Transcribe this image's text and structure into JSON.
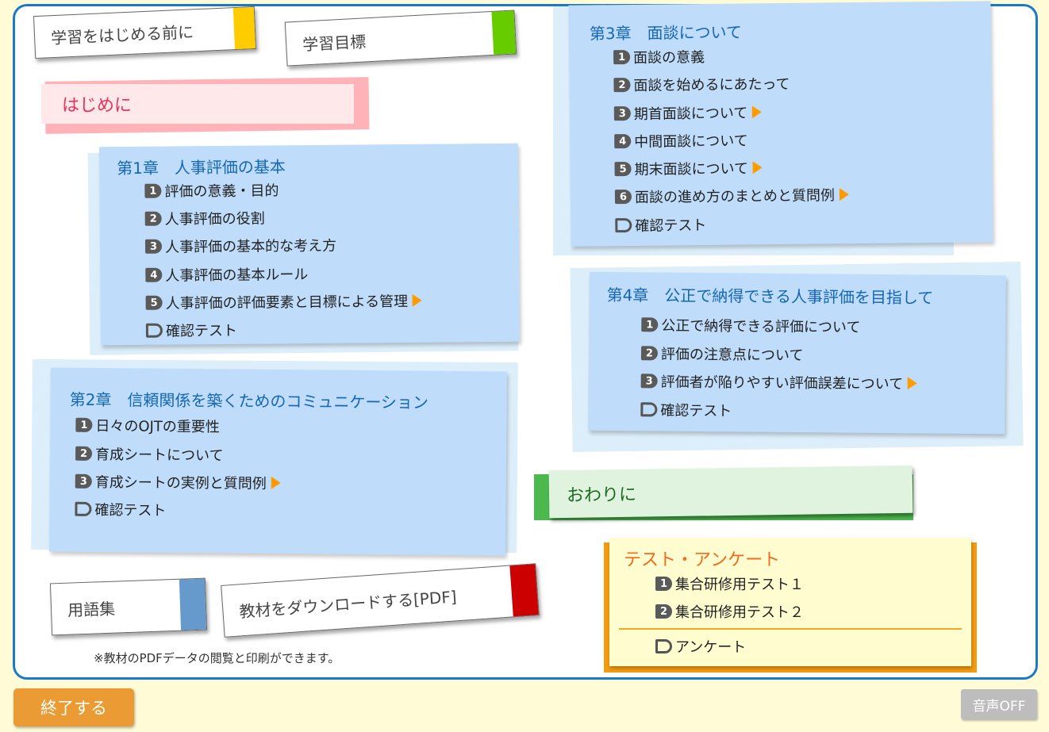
{
  "colors": {
    "frame_border": "#1a7ac8",
    "page_bg": "#fefbd6",
    "card_bg": "#bfddfa",
    "chapter_title": "#1567b3",
    "arrow": "#ff9a00",
    "intro_text": "#e8325a",
    "outro_text": "#1e6b23",
    "test_title": "#f26a1c"
  },
  "top_buttons": [
    {
      "label": "学習をはじめる前に",
      "swatch": "#ffcc00"
    },
    {
      "label": "学習目標",
      "swatch": "#66cc00"
    }
  ],
  "intro": {
    "label": "はじめに"
  },
  "outro": {
    "label": "おわりに"
  },
  "chapters": [
    {
      "title": "第1章　人事評価の基本",
      "items": [
        {
          "num": "1",
          "label": "評価の意義・目的",
          "arrow": false
        },
        {
          "num": "2",
          "label": "人事評価の役割",
          "arrow": false
        },
        {
          "num": "3",
          "label": "人事評価の基本的な考え方",
          "arrow": false
        },
        {
          "num": "4",
          "label": "人事評価の基本ルール",
          "arrow": false
        },
        {
          "num": "5",
          "label": "人事評価の評価要素と目標による管理",
          "arrow": true
        }
      ],
      "test_label": "確認テスト"
    },
    {
      "title": "第2章　信頼関係を築くためのコミュニケーション",
      "items": [
        {
          "num": "1",
          "label": "日々のOJTの重要性",
          "arrow": false
        },
        {
          "num": "2",
          "label": "育成シートについて",
          "arrow": false
        },
        {
          "num": "3",
          "label": "育成シートの実例と質問例",
          "arrow": true
        }
      ],
      "test_label": "確認テスト"
    },
    {
      "title": "第3章　面談について",
      "items": [
        {
          "num": "1",
          "label": "面談の意義",
          "arrow": false
        },
        {
          "num": "2",
          "label": "面談を始めるにあたって",
          "arrow": false
        },
        {
          "num": "3",
          "label": "期首面談について",
          "arrow": true
        },
        {
          "num": "4",
          "label": "中間面談について",
          "arrow": false
        },
        {
          "num": "5",
          "label": "期末面談について",
          "arrow": true
        },
        {
          "num": "6",
          "label": "面談の進め方のまとめと質問例",
          "arrow": true
        }
      ],
      "test_label": "確認テスト"
    },
    {
      "title": "第4章　公正で納得できる人事評価を目指して",
      "items": [
        {
          "num": "1",
          "label": "公正で納得できる評価について",
          "arrow": false
        },
        {
          "num": "2",
          "label": "評価の注意点について",
          "arrow": false
        },
        {
          "num": "3",
          "label": "評価者が陥りやすい評価誤差について",
          "arrow": true
        }
      ],
      "test_label": "確認テスト"
    }
  ],
  "bottom_buttons": [
    {
      "label": "用語集",
      "swatch": "#6699cc"
    },
    {
      "label": "教材をダウンロードする[PDF]",
      "swatch": "#cc0000"
    }
  ],
  "pdf_note": "※教材のPDFデータの閲覧と印刷ができます。",
  "test_survey": {
    "title": "テスト・アンケート",
    "items": [
      {
        "num": "1",
        "label": "集合研修用テスト１"
      },
      {
        "num": "2",
        "label": "集合研修用テスト２"
      }
    ],
    "survey_label": "アンケート"
  },
  "footer": {
    "exit_label": "終了する",
    "sound_label": "音声OFF"
  }
}
